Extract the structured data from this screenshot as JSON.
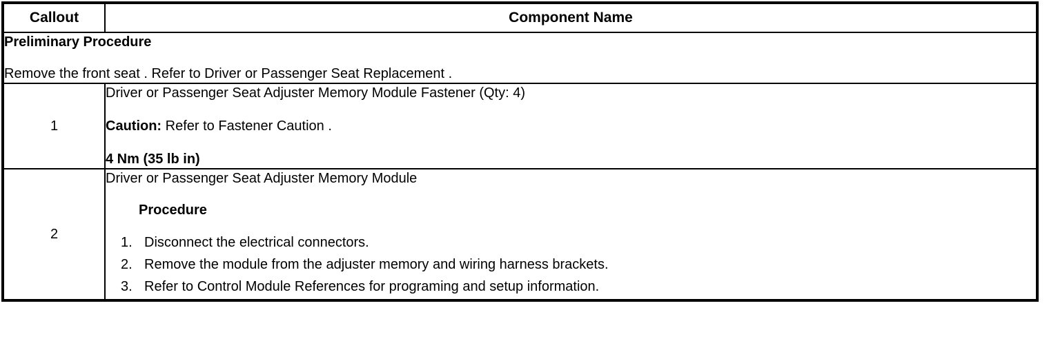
{
  "table": {
    "headers": {
      "callout": "Callout",
      "component_name": "Component Name"
    },
    "preliminary": {
      "title": "Preliminary Procedure",
      "text": "Remove the front seat . Refer to Driver or Passenger Seat Replacement ."
    },
    "rows": [
      {
        "callout": "1",
        "name": "Driver or Passenger Seat Adjuster Memory Module Fastener (Qty: 4)",
        "caution_label": "Caution:",
        "caution_text": " Refer to Fastener Caution .",
        "torque": "4 Nm (35 lb in)"
      },
      {
        "callout": "2",
        "name": "Driver or Passenger Seat Adjuster Memory Module",
        "procedure_heading": "Procedure",
        "steps": [
          "Disconnect the electrical connectors.",
          "Remove the module from the adjuster memory and wiring harness brackets.",
          "Refer to Control Module References for programing and setup information."
        ]
      }
    ]
  },
  "colors": {
    "border": "#000000",
    "text": "#000000",
    "background": "#ffffff"
  }
}
